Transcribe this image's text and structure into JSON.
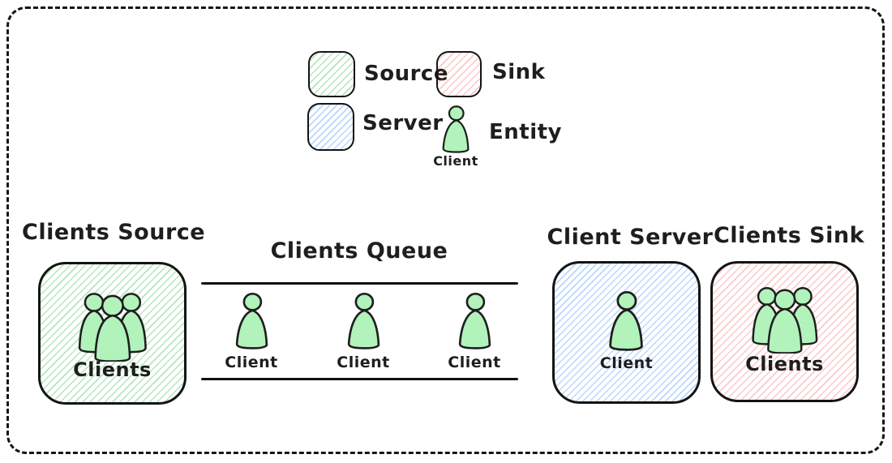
{
  "legend": {
    "source": {
      "label": "Source"
    },
    "sink": {
      "label": "Sink"
    },
    "server": {
      "label": "Server"
    },
    "entity": {
      "label": "Entity",
      "entity_name": "Client"
    }
  },
  "diagram": {
    "source": {
      "title": "Clients Source",
      "label": "Clients"
    },
    "queue": {
      "title": "Clients Queue",
      "entities": [
        "Client",
        "Client",
        "Client"
      ]
    },
    "server": {
      "title": "Client Server",
      "label": "Client"
    },
    "sink": {
      "title": "Clients Sink",
      "label": "Clients"
    }
  },
  "colors": {
    "source_hatch": "#40c057",
    "server_hatch": "#388bfd",
    "sink_hatch": "#fa5252",
    "entity_fill": "#b2f2bb",
    "stroke": "#1e1e1e",
    "background": "#ffffff"
  }
}
